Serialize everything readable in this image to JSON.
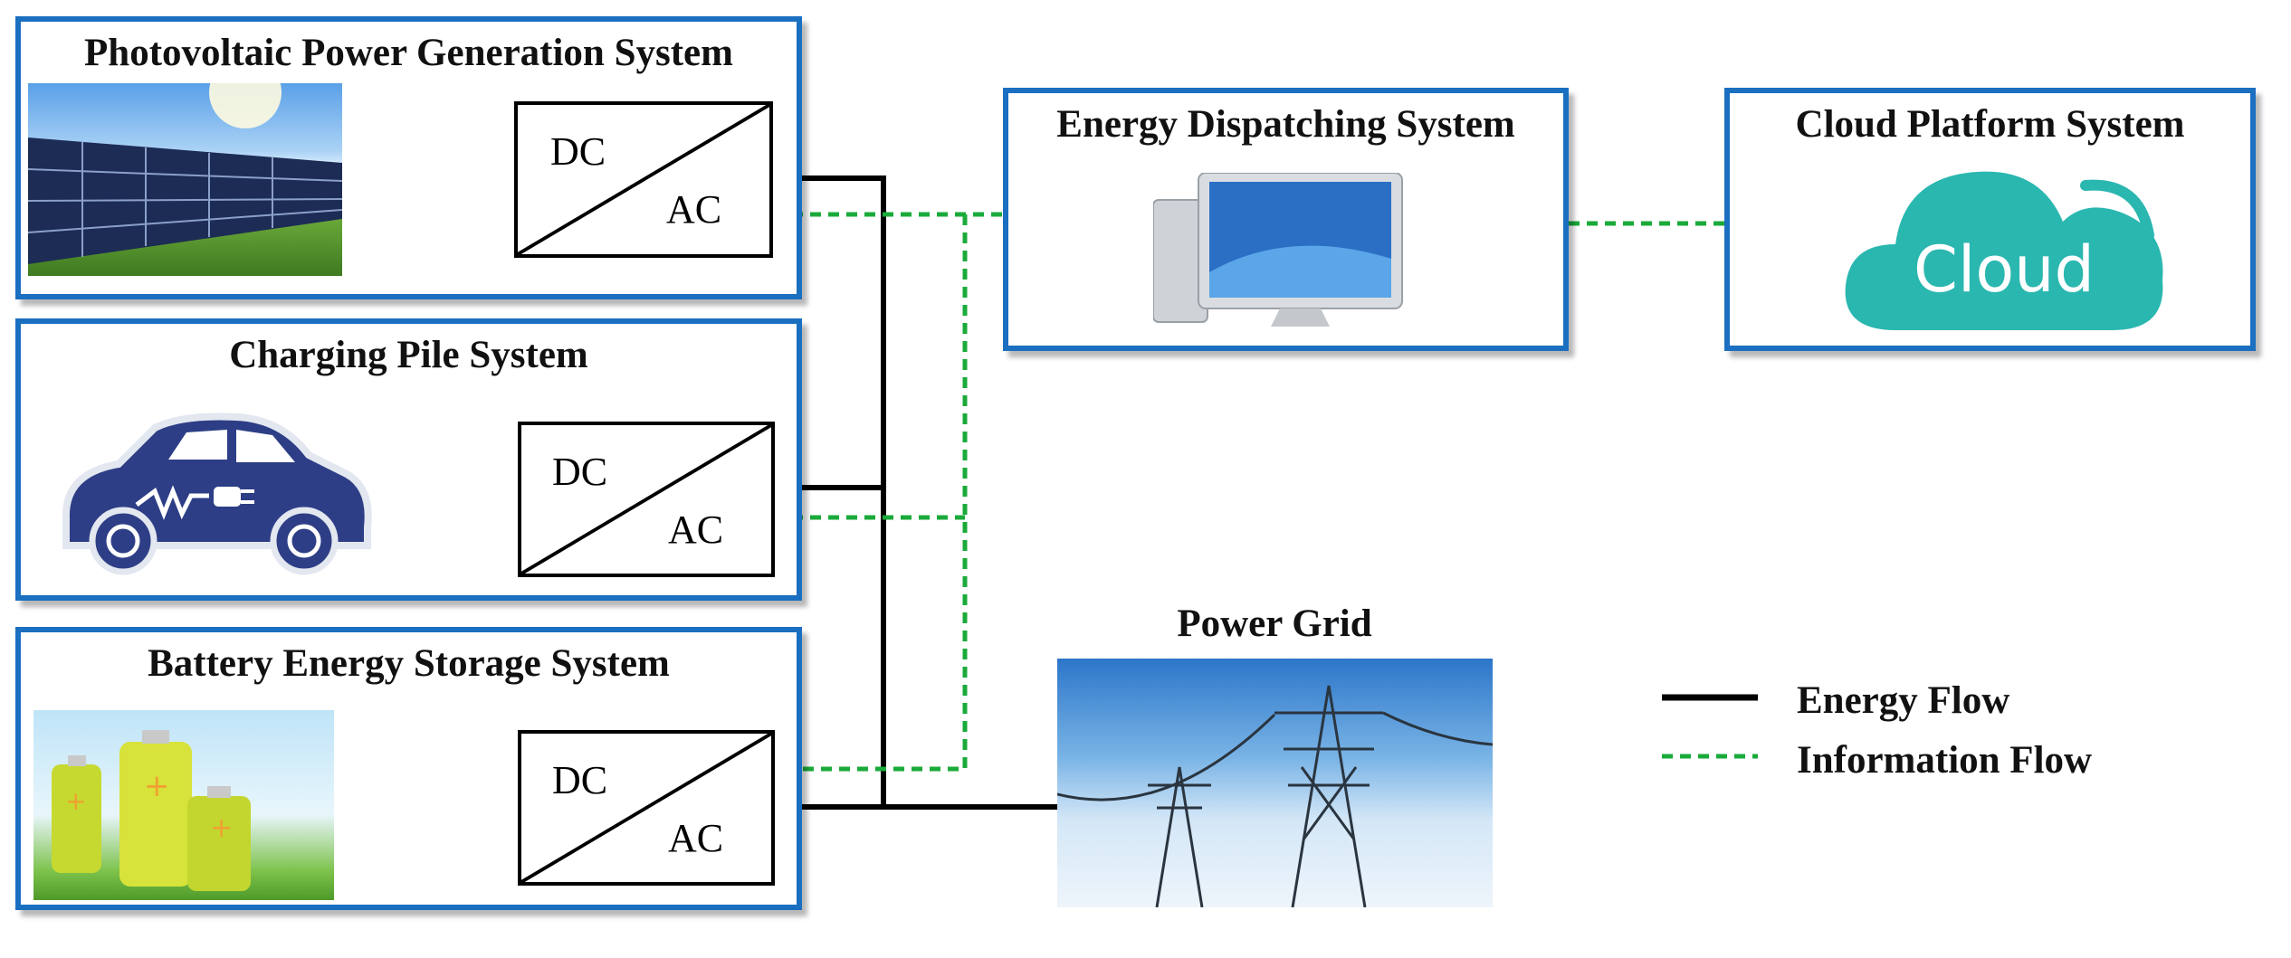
{
  "pv": {
    "title": "Photovoltaic Power Generation System",
    "dc": "DC",
    "ac": "AC"
  },
  "charging": {
    "title": "Charging Pile System",
    "dc": "DC",
    "ac": "AC"
  },
  "battery": {
    "title": "Battery Energy Storage System",
    "dc": "DC",
    "ac": "AC"
  },
  "dispatch": {
    "title": "Energy Dispatching System"
  },
  "cloud": {
    "title": "Cloud Platform System",
    "icon_text": "Cloud"
  },
  "grid": {
    "title": "Power Grid"
  },
  "legend": {
    "energy": "Energy Flow",
    "information": "Information Flow"
  },
  "colors": {
    "box_border": "#1b6fc0",
    "energy_line": "#000000",
    "info_line": "#1aaa3a",
    "cloud": "#2ab7b0"
  },
  "icons": [
    "solar-panel-icon",
    "electric-car-icon",
    "battery-icon",
    "desktop-computer-icon",
    "cloud-icon",
    "transmission-tower-icon"
  ]
}
